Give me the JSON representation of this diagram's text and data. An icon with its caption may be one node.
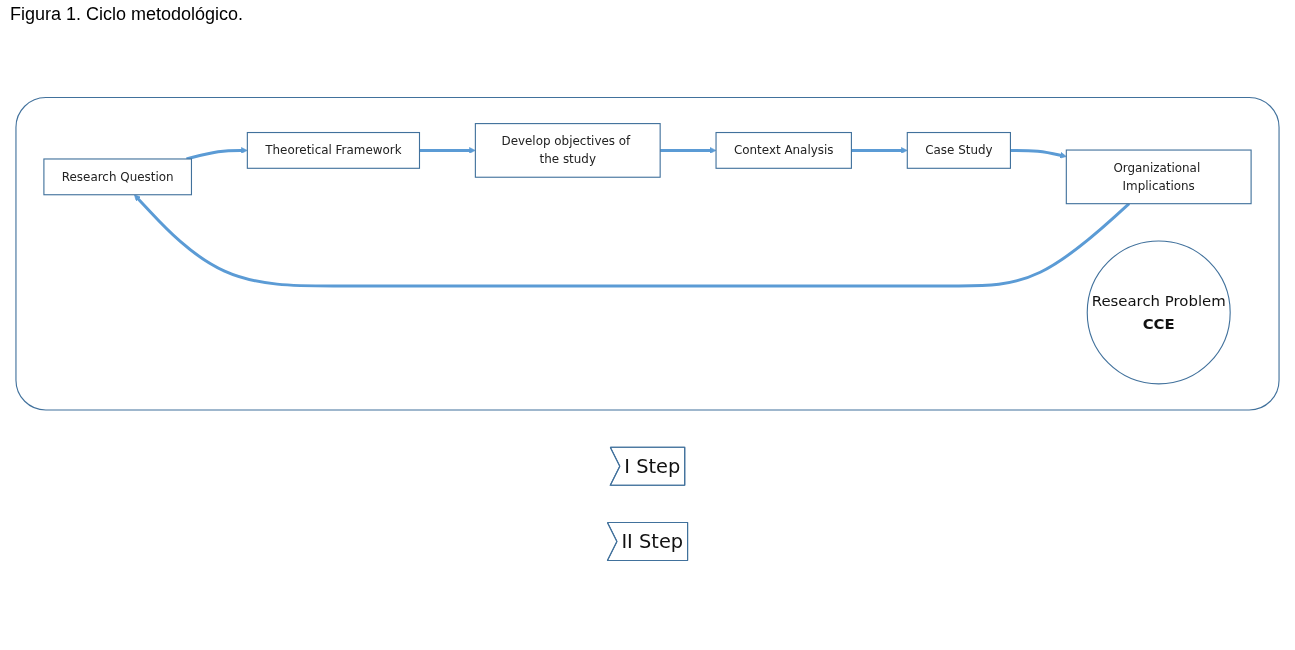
{
  "diagram": {
    "title": "Figura 1. Ciclo metodológico.",
    "nodes": [
      {
        "text": [],
        "shape": "box"
      },
      {
        "text": [
          "I Step"
        ]
      },
      {
        "text": [
          "Research Question"
        ],
        "in": 0
      },
      {
        "text": [
          "Theoretical Framework"
        ],
        "in": 0
      },
      {
        "text": [
          "Develop objectives of the study"
        ],
        "in": 0
      },
      {
        "text": [
          "II Step"
        ]
      },
      {
        "text": [
          "Research Problem",
          "CCE"
        ],
        "in": 0
      },
      {
        "text": [
          "Organizational Implications"
        ],
        "in": 0
      },
      {
        "text": [
          "Case Study"
        ],
        "in": 0
      },
      {
        "text": [
          "Context Analysis"
        ],
        "in": 0
      }
    ],
    "edges": [
      {
        "from": 2,
        "to": 3,
        "arrow": "to"
      },
      {
        "from": 3,
        "to": 4,
        "arrow": "to"
      },
      {
        "from": 4,
        "to": 9,
        "arrow": "to"
      },
      {
        "from": 9,
        "to": 8,
        "arrow": "to"
      },
      {
        "from": 8,
        "to": 7,
        "arrow": "to"
      },
      {
        "from": 7,
        "to": 2,
        "arrow": "to"
      }
    ]
  }
}
